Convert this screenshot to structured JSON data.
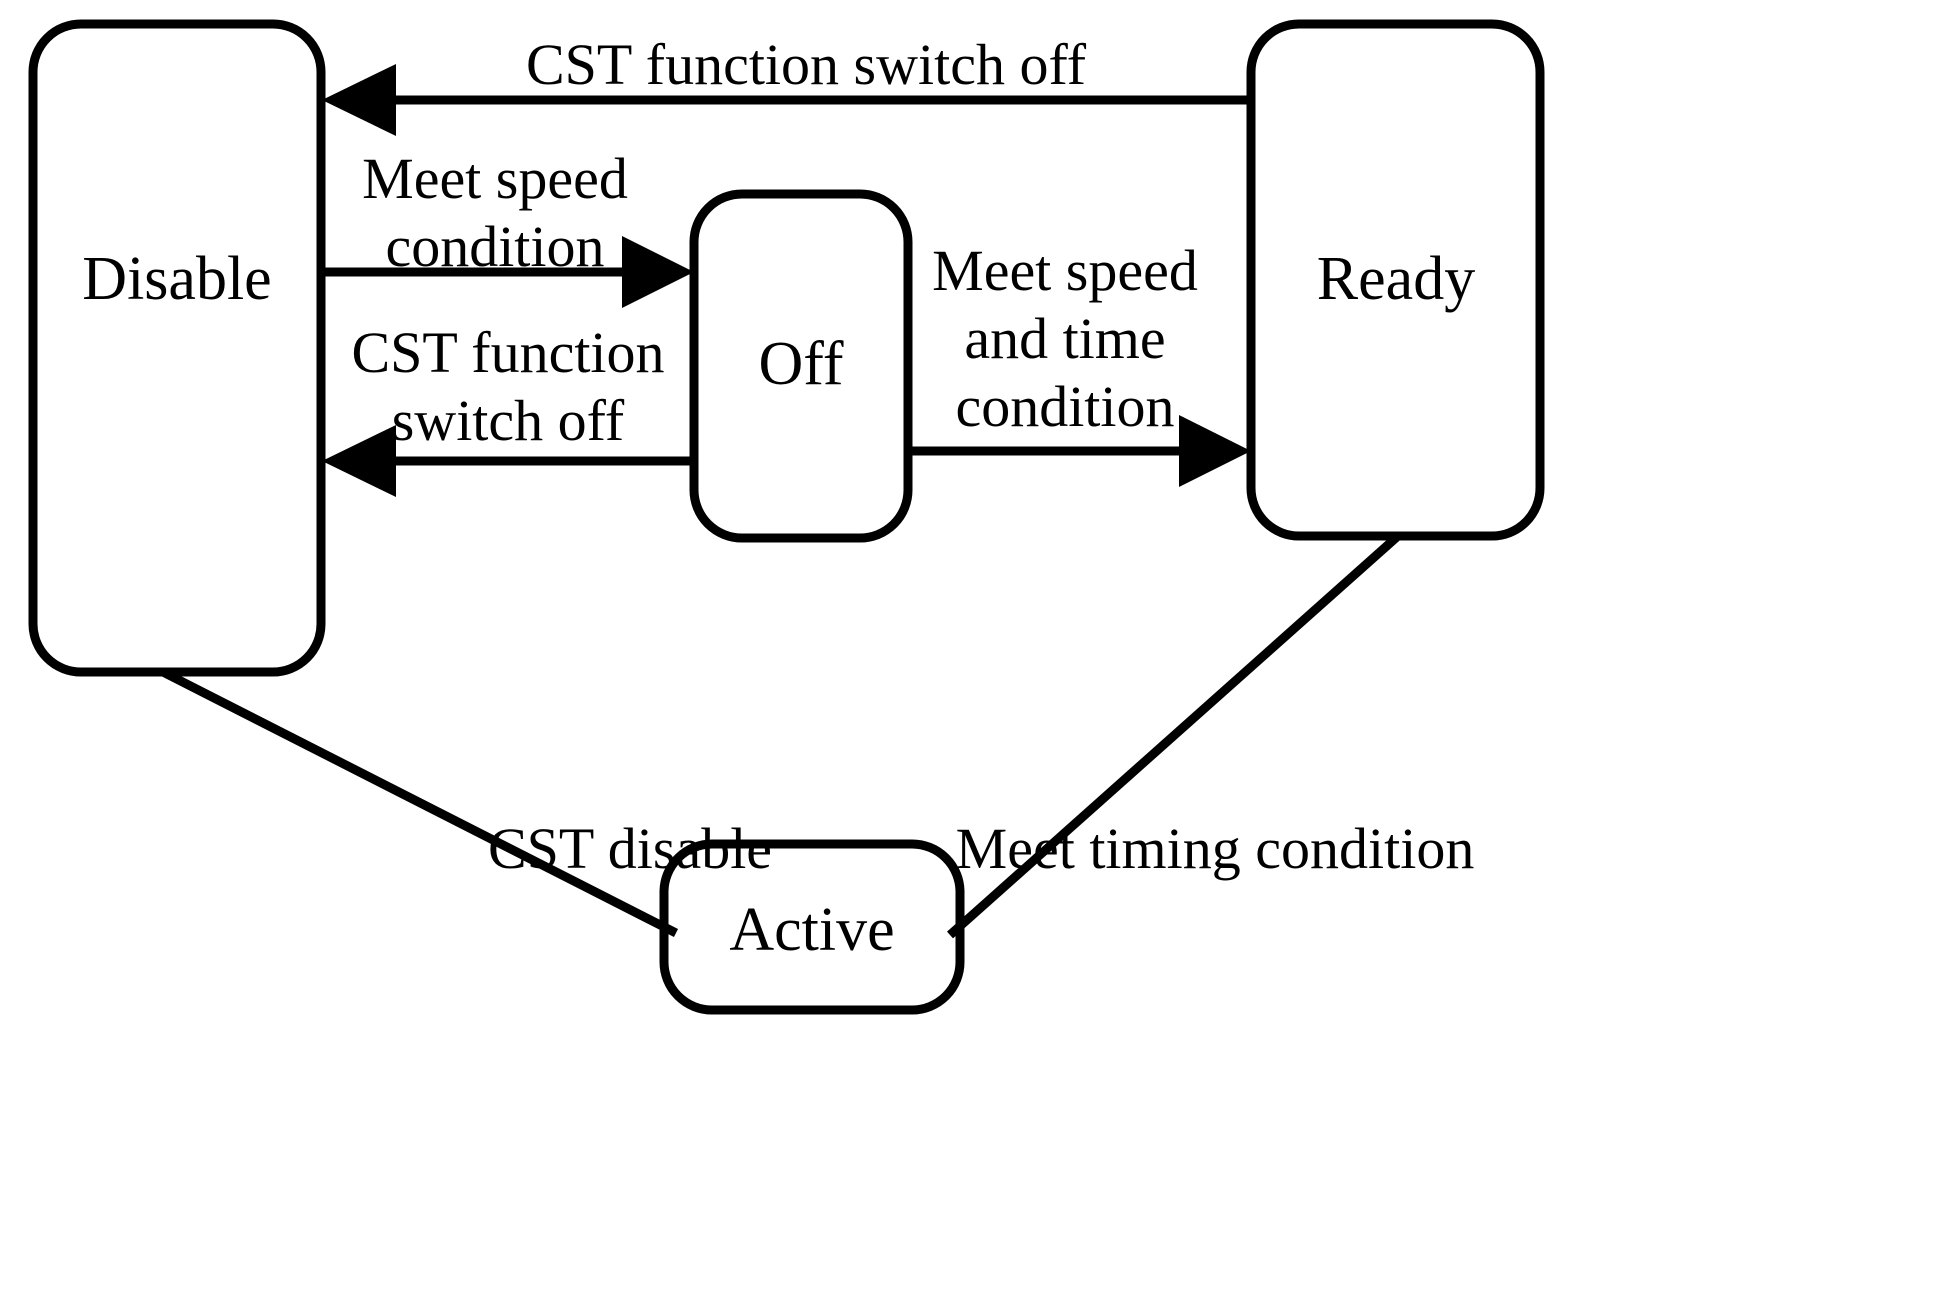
{
  "diagram": {
    "type": "state-machine",
    "title": "CST state transition diagram",
    "colors": {
      "stroke": "#000000",
      "fill": "#ffffff",
      "text": "#000000"
    },
    "states": [
      {
        "id": "disable",
        "label": "Disable"
      },
      {
        "id": "off",
        "label": "Off"
      },
      {
        "id": "ready",
        "label": "Ready"
      },
      {
        "id": "active",
        "label": "Active"
      }
    ],
    "transitions": [
      {
        "id": "ready-to-disable",
        "from": "ready",
        "to": "disable",
        "label_lines": [
          "CST function switch off"
        ],
        "label": "CST function switch off",
        "direction": "left"
      },
      {
        "id": "disable-to-off",
        "from": "disable",
        "to": "off",
        "label_lines": [
          "Meet speed",
          "condition"
        ],
        "label": "Meet speed condition",
        "direction": "right"
      },
      {
        "id": "off-to-disable",
        "from": "off",
        "to": "disable",
        "label_lines": [
          "CST function",
          "switch off"
        ],
        "label": "CST function switch off",
        "direction": "left"
      },
      {
        "id": "off-to-ready",
        "from": "off",
        "to": "ready",
        "label_lines": [
          "Meet speed",
          "and time",
          "condition"
        ],
        "label": "Meet speed and time condition",
        "direction": "right"
      },
      {
        "id": "active-to-disable",
        "from": "active",
        "to": "disable",
        "label_lines": [
          "CST disable"
        ],
        "label": "CST disable",
        "direction": "diagonal"
      },
      {
        "id": "ready-to-active",
        "from": "ready",
        "to": "active",
        "label_lines": [
          "Meet timing condition"
        ],
        "label": "Meet timing condition",
        "direction": "diagonal"
      }
    ],
    "labels": {
      "top_edge": "CST function switch off",
      "mid_upper_line1": "Meet speed",
      "mid_upper_line2": "condition",
      "mid_lower_line1": "CST function",
      "mid_lower_line2": "switch off",
      "right_line1": "Meet speed",
      "right_line2": "and time",
      "right_line3": "condition",
      "bottom_left": "CST disable",
      "bottom_right": "Meet timing condition"
    }
  }
}
